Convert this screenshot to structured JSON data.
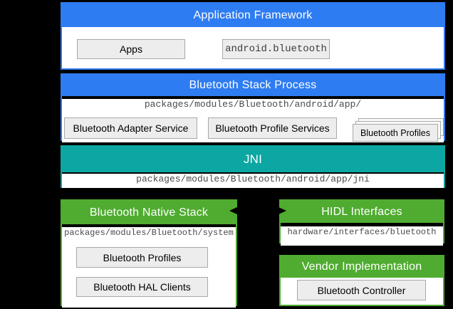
{
  "colors": {
    "blue": "#2E7CF2",
    "teal": "#0CA7A2",
    "green": "#4FAC30",
    "chip_bg": "#EDEDED",
    "chip_border": "#A8A8A8",
    "path_text": "#4A4A4A",
    "background": "#000000"
  },
  "sections": {
    "app_framework": {
      "title": "Application Framework",
      "apps_label": "Apps",
      "api_label": "android.bluetooth"
    },
    "stack_process": {
      "title": "Bluetooth Stack Process",
      "path": "packages/modules/Bluetooth/android/app/",
      "adapter_service": "Bluetooth Adapter Service",
      "profile_services": "Bluetooth Profile Services",
      "profiles": "Bluetooth Profiles"
    },
    "jni": {
      "title": "JNI",
      "path": "packages/modules/Bluetooth/android/app/jni"
    },
    "native_stack": {
      "title": "Bluetooth Native Stack",
      "path": "packages/modules/Bluetooth/system",
      "profiles": "Bluetooth Profiles",
      "hal_clients": "Bluetooth HAL Clients"
    },
    "hidl": {
      "title": "HIDL Interfaces",
      "path": "hardware/interfaces/bluetooth"
    },
    "vendor": {
      "title": "Vendor Implementation",
      "controller": "Bluetooth Controller"
    }
  }
}
